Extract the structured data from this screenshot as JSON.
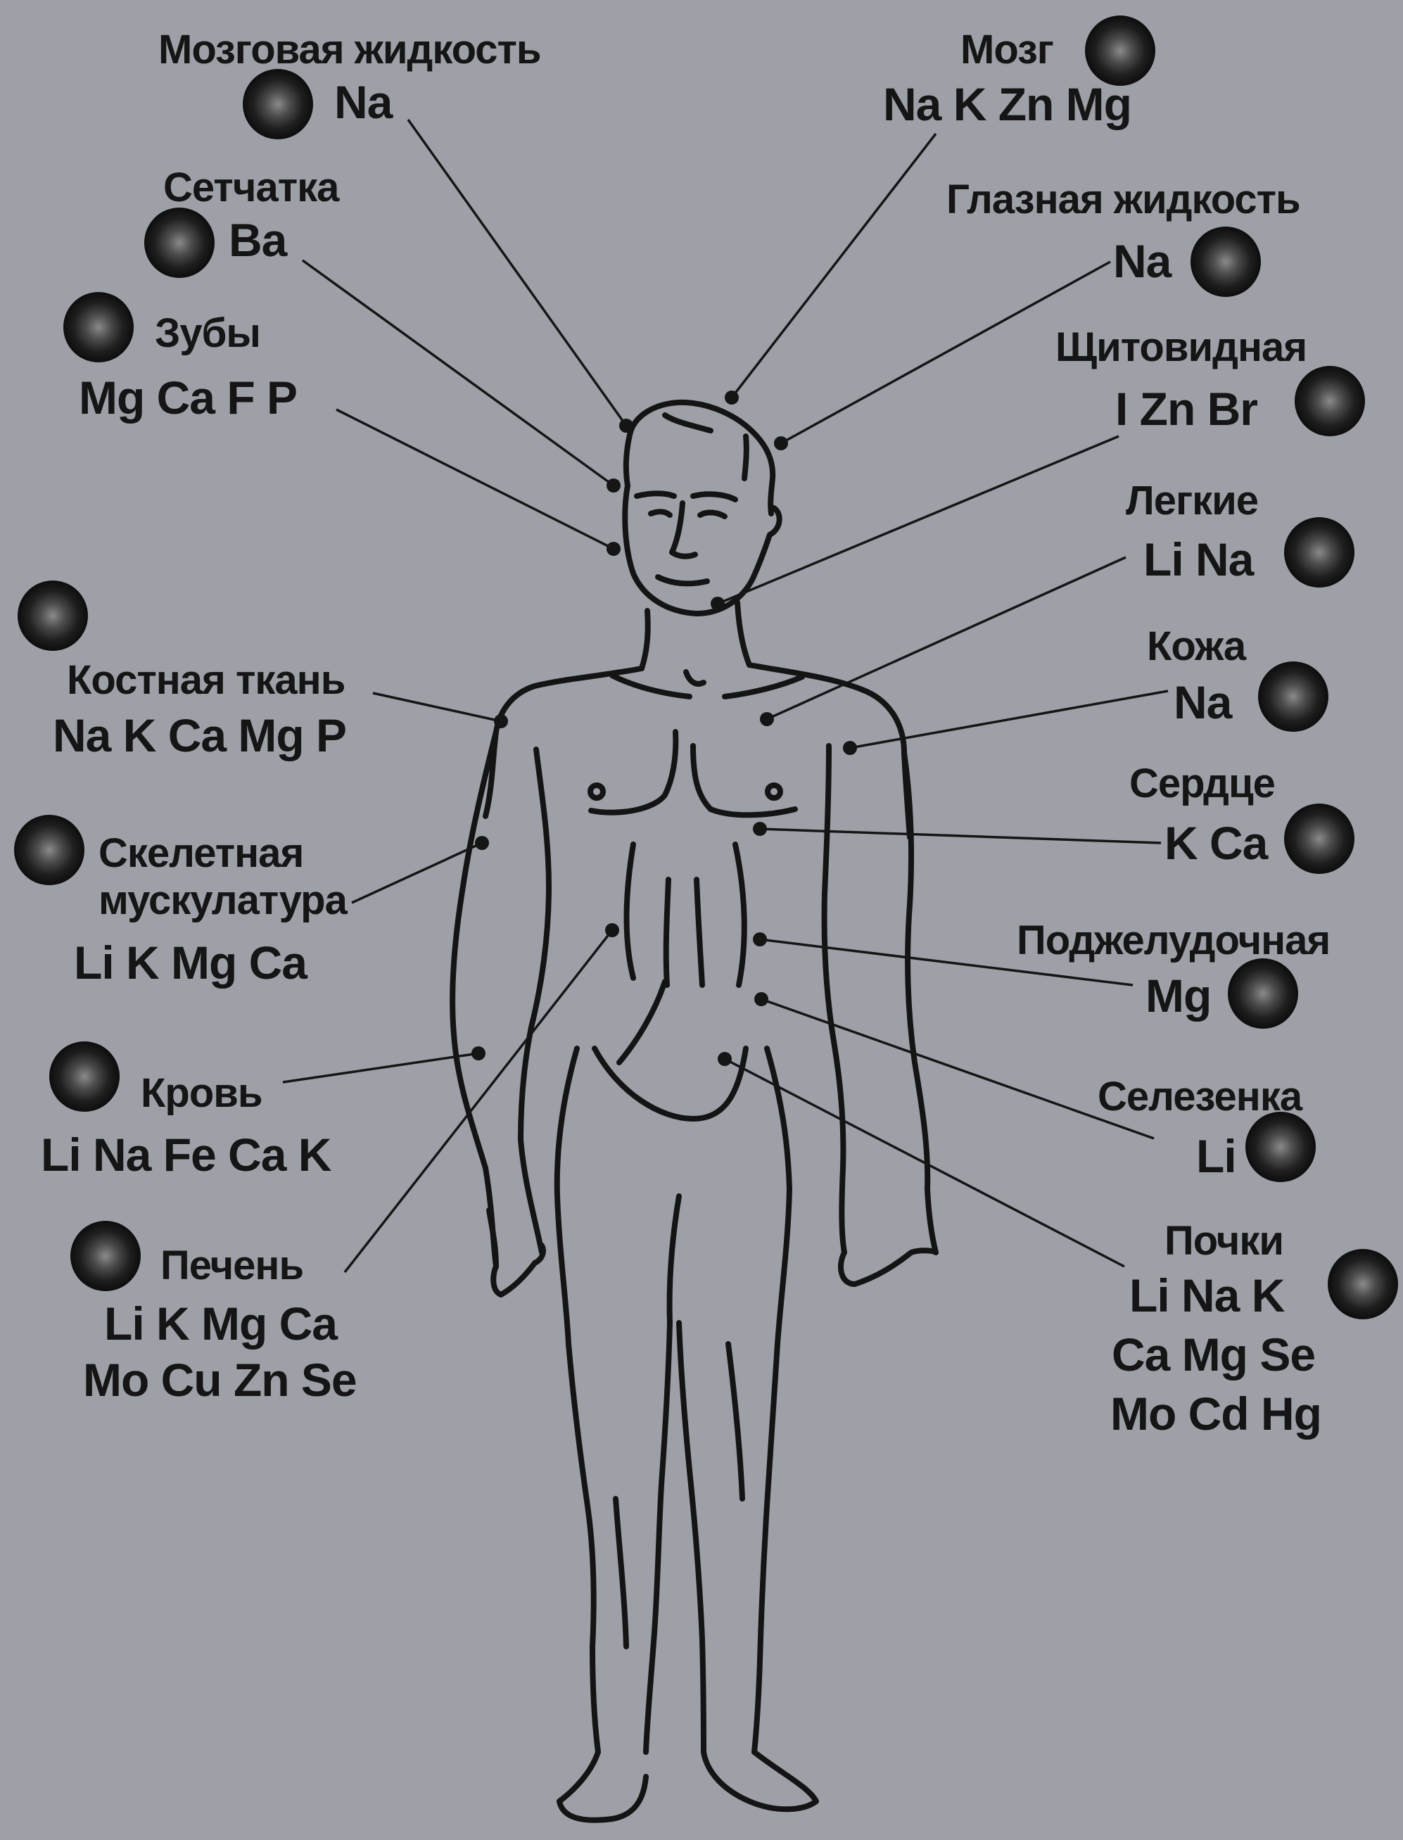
{
  "organs": [
    {
      "id": "brain-fluid",
      "name": "Мозговая жидкость",
      "elements": [
        "Na"
      ]
    },
    {
      "id": "brain",
      "name": "Мозг",
      "elements": [
        "Na K Zn Mg"
      ]
    },
    {
      "id": "retina",
      "name": "Сетчатка",
      "elements": [
        "Ba"
      ]
    },
    {
      "id": "eye-fluid",
      "name": "Глазная жидкость",
      "elements": [
        "Na"
      ]
    },
    {
      "id": "teeth",
      "name": "Зубы",
      "elements": [
        "Mg Ca F P"
      ]
    },
    {
      "id": "thyroid",
      "name": "Щитовидная",
      "elements": [
        "I Zn Br"
      ]
    },
    {
      "id": "lungs",
      "name": "Легкие",
      "elements": [
        "Li Na"
      ]
    },
    {
      "id": "bone",
      "name": "Костная ткань",
      "elements": [
        "Na K Ca Mg P"
      ]
    },
    {
      "id": "skin",
      "name": "Кожа",
      "elements": [
        "Na"
      ]
    },
    {
      "id": "heart",
      "name": "Сердце",
      "elements": [
        "K Ca"
      ]
    },
    {
      "id": "muscle",
      "name": "Скелетная мускулатура",
      "elements": [
        "Li K Mg Ca"
      ]
    },
    {
      "id": "pancreas",
      "name": "Поджелудочная",
      "elements": [
        "Mg"
      ]
    },
    {
      "id": "blood",
      "name": "Кровь",
      "elements": [
        "Li Na Fe Ca K"
      ]
    },
    {
      "id": "spleen",
      "name": "Селезенка",
      "elements": [
        "Li"
      ]
    },
    {
      "id": "liver",
      "name": "Печень",
      "elements": [
        "Li K Mg Ca",
        "Mo Cu Zn Se"
      ]
    },
    {
      "id": "kidneys",
      "name": "Почки",
      "elements": [
        "Li Na K",
        "Ca Mg Se",
        "Mo Cd Hg"
      ]
    }
  ]
}
